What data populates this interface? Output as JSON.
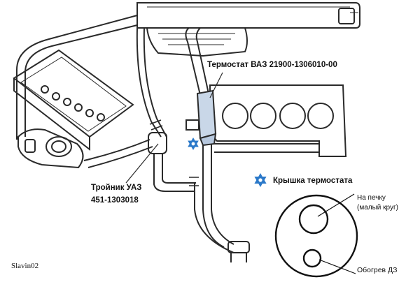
{
  "labels": {
    "thermostat_vaz": "Термостат ВАЗ 21900-1306010-00",
    "tee_uaz_line1": "Тройник УАЗ",
    "tee_uaz_line2": "451-1303018",
    "thermostat_cap": "Крышка термостата",
    "to_heater_line1": "На печку",
    "to_heater_line2": "(малый круг)",
    "heater_dz": "Обогрев ДЗ",
    "author": "Slavin02"
  },
  "colors": {
    "line": "#2a2a2a",
    "accent_star": "#2b79c9",
    "thermostat_body": "#c9d7e8"
  },
  "icons": {
    "cap_marker": "star-of-david-icon",
    "cap_legend": "star-of-david-icon"
  }
}
